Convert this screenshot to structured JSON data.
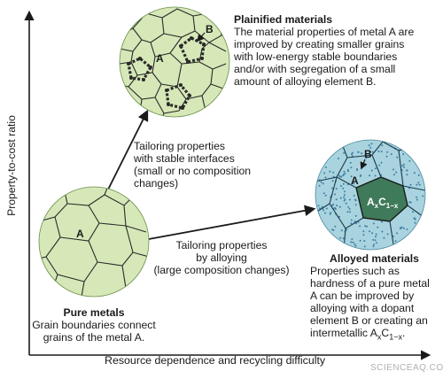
{
  "axes": {
    "y_label": "Property-to-cost ratio",
    "x_label": "Resource dependence and recycling difficulty"
  },
  "nodes": {
    "plainified": {
      "title": "Plainified materials",
      "description": [
        "The material properties of metal A are",
        "improved by creating smaller grains",
        "with low-energy stable boundaries",
        "and/or with segregation of a small",
        "amount of alloying element B."
      ],
      "label_a": "A",
      "label_b": "B"
    },
    "pure": {
      "title": "Pure metals",
      "description": [
        "Grain boundaries connect",
        "grains of the metal A."
      ],
      "label_a": "A"
    },
    "alloyed": {
      "title": "Alloyed materials",
      "description_line1": "Properties such as",
      "description_line2": "hardness of a pure metal",
      "description_line3": "A can be improved by",
      "description_line4": "alloying with a dopant",
      "description_line5": "element B or creating an",
      "description_line6_prefix": "intermetallic A",
      "description_line6_sub1": "x",
      "description_line6_mid": "C",
      "description_line6_sub2": "1−x",
      "description_line6_suffix": ".",
      "label_a": "A",
      "label_b": "B",
      "label_c_prefix": "A",
      "label_c_sub1": "x",
      "label_c_mid": "C",
      "label_c_sub2": "1−x"
    }
  },
  "arrows": {
    "to_plainified": [
      "Tailoring properties",
      "with stable interfaces",
      "(small or no composition",
      "changes)"
    ],
    "to_alloyed": [
      "Tailoring properties",
      "by alloying",
      "(large composition changes)"
    ]
  },
  "watermark": "SCIENCEAQ.COM",
  "colors": {
    "grain_fill": "#d6e8b8",
    "grain_line": "#2a2a2a",
    "alloy_fill": "#a9d3de",
    "intermetallic_fill": "#3f7a5a",
    "dopant_dot": "#3d7fa6",
    "axis": "#1a1a1a"
  }
}
